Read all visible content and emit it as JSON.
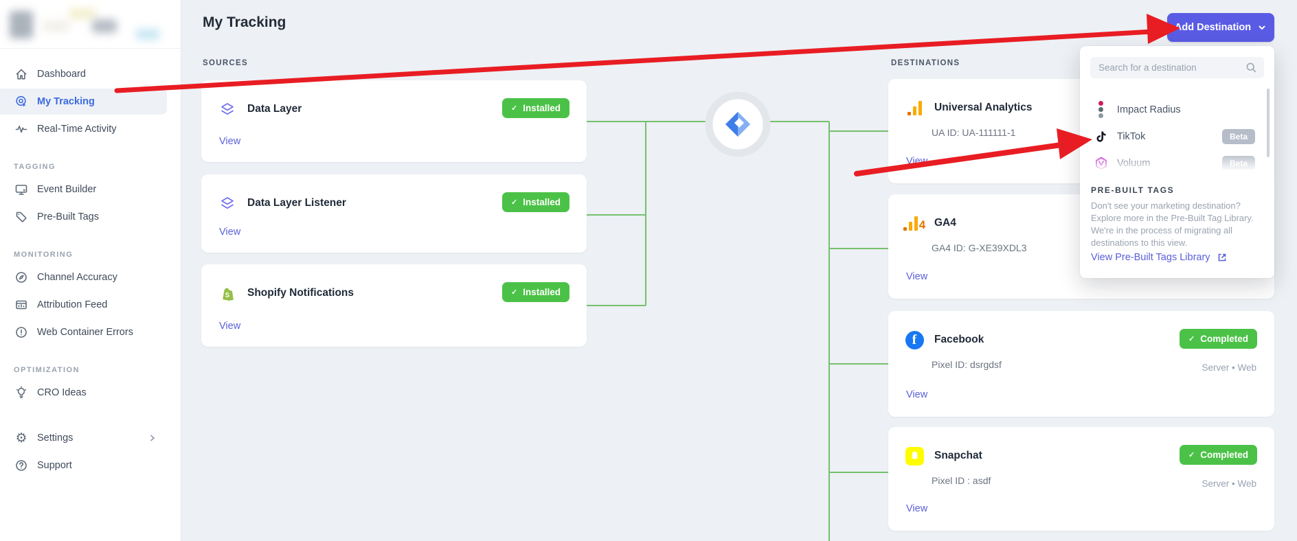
{
  "ui": {
    "check_glyph": "✓"
  },
  "colors": {
    "accent_indigo": "#5a5be4",
    "badge_green": "#4bc247",
    "connector_green": "#74c06c",
    "link_indigo": "#5a5fd8",
    "arrow_red": "#e81d23",
    "active_nav_blue": "#3b6ae0",
    "facebook_blue": "#1877f2",
    "snapchat_yellow": "#fffc00",
    "ga_orange": "#f9ab00",
    "gtm_blue": "#4285f4",
    "beta_badge_gray": "#b6bdc9"
  },
  "icons": [
    "home-icon",
    "target-cursor-icon",
    "activity-pulse-icon",
    "monitor-cursor-icon",
    "tag-icon",
    "compass-icon",
    "window-chart-icon",
    "alert-circle-icon",
    "lightbulb-icon",
    "gear-icon",
    "question-circle-icon",
    "chevron-right-icon",
    "chevron-down-icon",
    "layers-icon",
    "shopify-bag-icon",
    "ga-bars-icon",
    "ga4-bars-icon",
    "facebook-icon",
    "snapchat-ghost-icon",
    "gtm-diamond-icon",
    "search-icon",
    "impact-radius-dots-icon",
    "tiktok-note-icon",
    "voluum-hexagon-icon",
    "external-link-icon",
    "check-icon",
    "red-arrow-annotation"
  ],
  "sidebar": {
    "nav": [
      {
        "label": "Dashboard"
      },
      {
        "label": "My Tracking",
        "active": true
      },
      {
        "label": "Real-Time Activity"
      }
    ],
    "sections": [
      {
        "label": "TAGGING",
        "items": [
          {
            "label": "Event Builder"
          },
          {
            "label": "Pre-Built Tags"
          }
        ]
      },
      {
        "label": "MONITORING",
        "items": [
          {
            "label": "Channel Accuracy"
          },
          {
            "label": "Attribution Feed"
          },
          {
            "label": "Web Container Errors"
          }
        ]
      },
      {
        "label": "OPTIMIZATION",
        "items": [
          {
            "label": "CRO Ideas"
          }
        ]
      }
    ],
    "footer": [
      {
        "label": "Settings"
      },
      {
        "label": "Support"
      }
    ]
  },
  "header": {
    "title": "My Tracking",
    "add_destination": "Add Destination"
  },
  "sources": {
    "label": "SOURCES",
    "cards": [
      {
        "name": "Data Layer",
        "status": "Installed",
        "view": "View"
      },
      {
        "name": "Data Layer Listener",
        "status": "Installed",
        "view": "View"
      },
      {
        "name": "Shopify Notifications",
        "status": "Installed",
        "view": "View"
      }
    ]
  },
  "destinations": {
    "label": "DESTINATIONS",
    "cards": [
      {
        "name": "Universal Analytics",
        "detail": "UA ID: UA-111111-1",
        "view": "View"
      },
      {
        "name": "GA4",
        "detail": "GA4 ID: G-XE39XDL3",
        "view": "View"
      },
      {
        "name": "Facebook",
        "detail": "Pixel ID: dsrgdsf",
        "status": "Completed",
        "channels": "Server • Web",
        "view": "View"
      },
      {
        "name": "Snapchat",
        "detail": "Pixel ID : asdf",
        "status": "Completed",
        "channels": "Server • Web",
        "view": "View"
      }
    ]
  },
  "dropdown": {
    "search_placeholder": "Search for a destination",
    "items": [
      {
        "name": "Impact Radius"
      },
      {
        "name": "TikTok",
        "badge": "Beta"
      },
      {
        "name": "Voluum",
        "badge": "Beta"
      }
    ],
    "prebuilt": {
      "title": "PRE-BUILT TAGS",
      "body": "Don't see your marketing destination? Explore more in the Pre-Built Tag Library. We're in the process of migrating all destinations to this view.",
      "link": "View Pre-Built Tags Library"
    }
  }
}
